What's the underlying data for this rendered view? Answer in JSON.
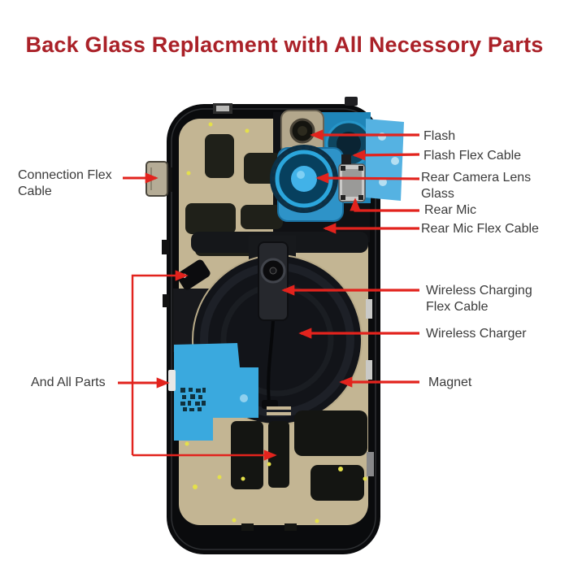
{
  "title": "Back Glass Replacment with All Necessory Parts",
  "callouts": {
    "connection_flex_cable": "Connection Flex Cable",
    "and_all_parts": "And All Parts",
    "flash": "Flash",
    "flash_flex_cable": "Flash Flex Cable",
    "rear_camera_lens_glass": "Rear Camera Lens Glass",
    "rear_mic": "Rear Mic",
    "rear_mic_flex_cable": "Rear Mic Flex Cable",
    "wireless_charging_flex_cable": "Wireless Charging Flex Cable",
    "wireless_charger": "Wireless Charger",
    "magnet": "Magnet"
  },
  "colors": {
    "background": "#ffffff",
    "title_red": "#aa2128",
    "arrow_red": "#e2231d",
    "label_text": "#3b3b3b",
    "phone_frame": "#0a0b0d",
    "adhesive_tan": "#c3b593",
    "flex_blue": "#55b2e2",
    "camera_blue": "#41b2e8",
    "adhesive_patch_blue": "#3aa9de"
  }
}
